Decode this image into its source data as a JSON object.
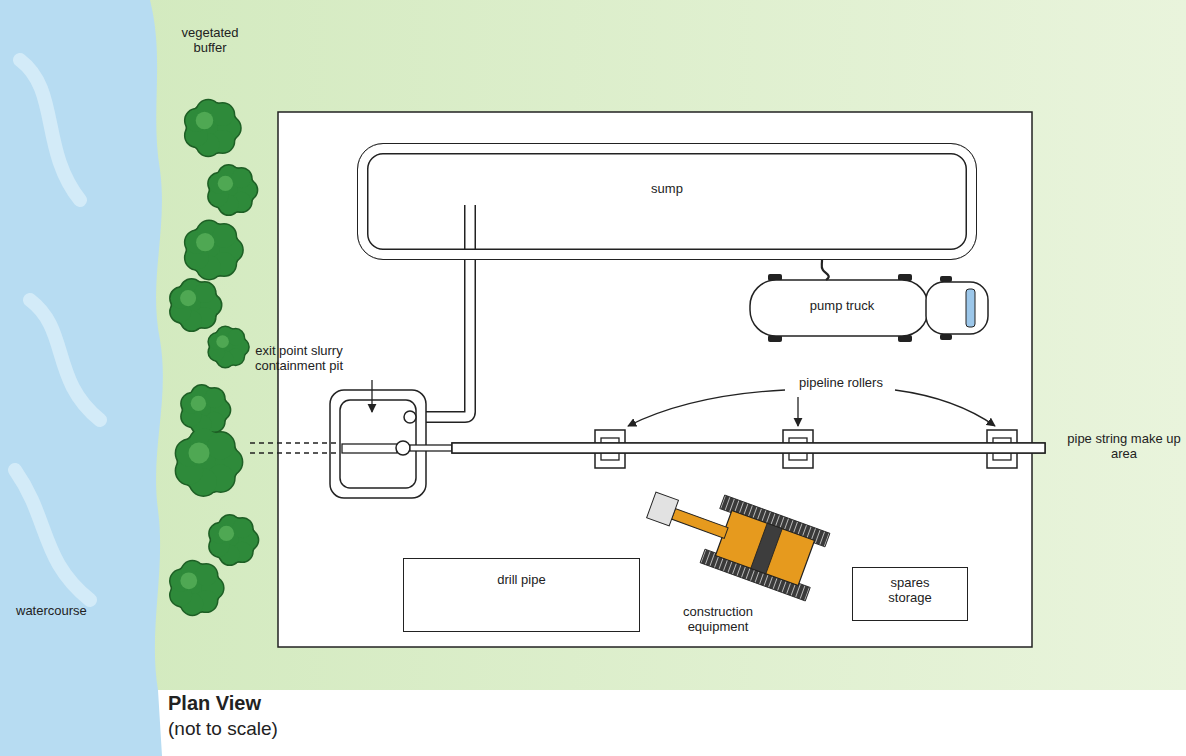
{
  "diagram": {
    "title": "Plan View",
    "caption": "(not to scale)",
    "nodes": [
      {
        "text": [
          "sump"
        ]
      },
      {
        "text": [
          "pump truck"
        ]
      },
      {
        "text": [
          "drill pipe"
        ]
      },
      {
        "text": [
          "spares storage"
        ]
      }
    ],
    "edges": [
      {
        "from": 1,
        "to": 0,
        "arrow": "none"
      }
    ],
    "labels": [
      "vegetated buffer",
      "exit point slurry containment pit",
      "pipeline rollers",
      "pipe string make up area",
      "construction equipment",
      "watercourse"
    ]
  }
}
